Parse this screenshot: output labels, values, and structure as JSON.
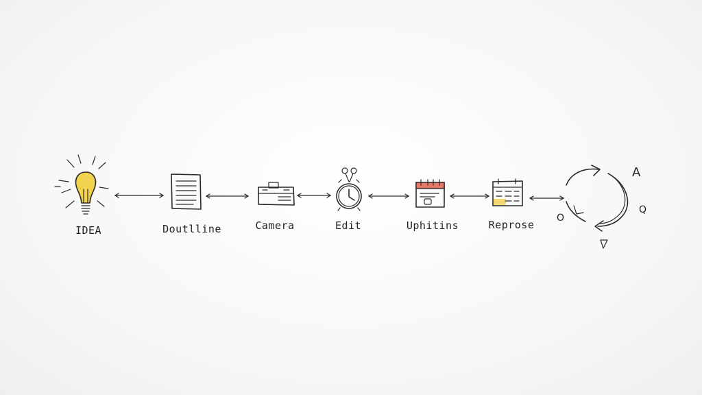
{
  "steps": [
    {
      "label": "IDEA",
      "icon": "lightbulb-icon"
    },
    {
      "label": "Doutlline",
      "icon": "document-icon"
    },
    {
      "label": "Camera",
      "icon": "camera-icon"
    },
    {
      "label": "Edit",
      "icon": "stopwatch-icon"
    },
    {
      "label": "Uphitins",
      "icon": "calendar-icon"
    },
    {
      "label": "Reprose",
      "icon": "calendar-grid-icon"
    }
  ],
  "cycle_glyphs": {
    "a": "A",
    "q": "Q",
    "o": "O"
  },
  "colors": {
    "bulb": "#f2d34f",
    "camera": "#e56a6a",
    "calendar": "#f3d873",
    "calendar_top": "#e57a6a",
    "ink": "#2a2a2a"
  }
}
